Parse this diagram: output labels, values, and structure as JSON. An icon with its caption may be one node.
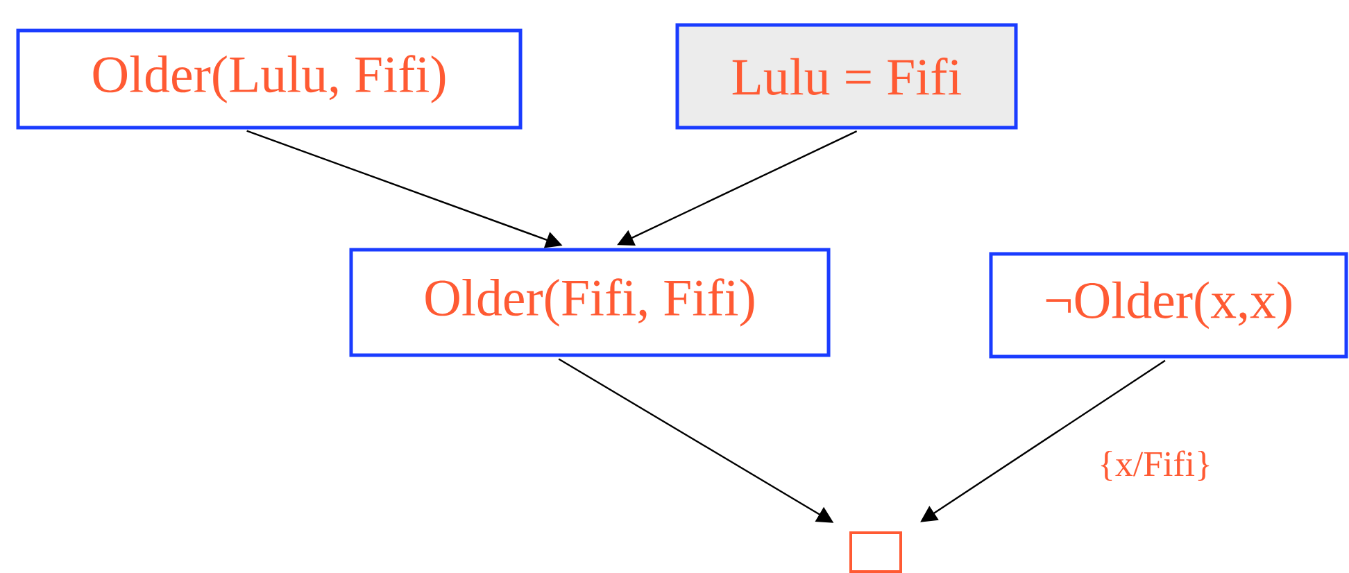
{
  "diagram": {
    "nodes": [
      {
        "text": [
          "Older(Lulu, Fifi)"
        ]
      },
      {
        "text": [
          "Lulu = Fifi"
        ]
      },
      {
        "text": [
          "Older(Fifi, Fifi)"
        ]
      },
      {
        "text": [
          "¬Older(x,x)"
        ]
      },
      {
        "text": [],
        "shape": "box"
      }
    ],
    "edges": [
      {
        "from": 0,
        "to": 2,
        "arrow": "to"
      },
      {
        "from": 1,
        "to": 2,
        "arrow": "to"
      },
      {
        "from": 2,
        "to": 4,
        "arrow": "to"
      },
      {
        "from": 3,
        "to": 4,
        "arrow": "to",
        "label": "{x/Fifi}"
      }
    ]
  }
}
